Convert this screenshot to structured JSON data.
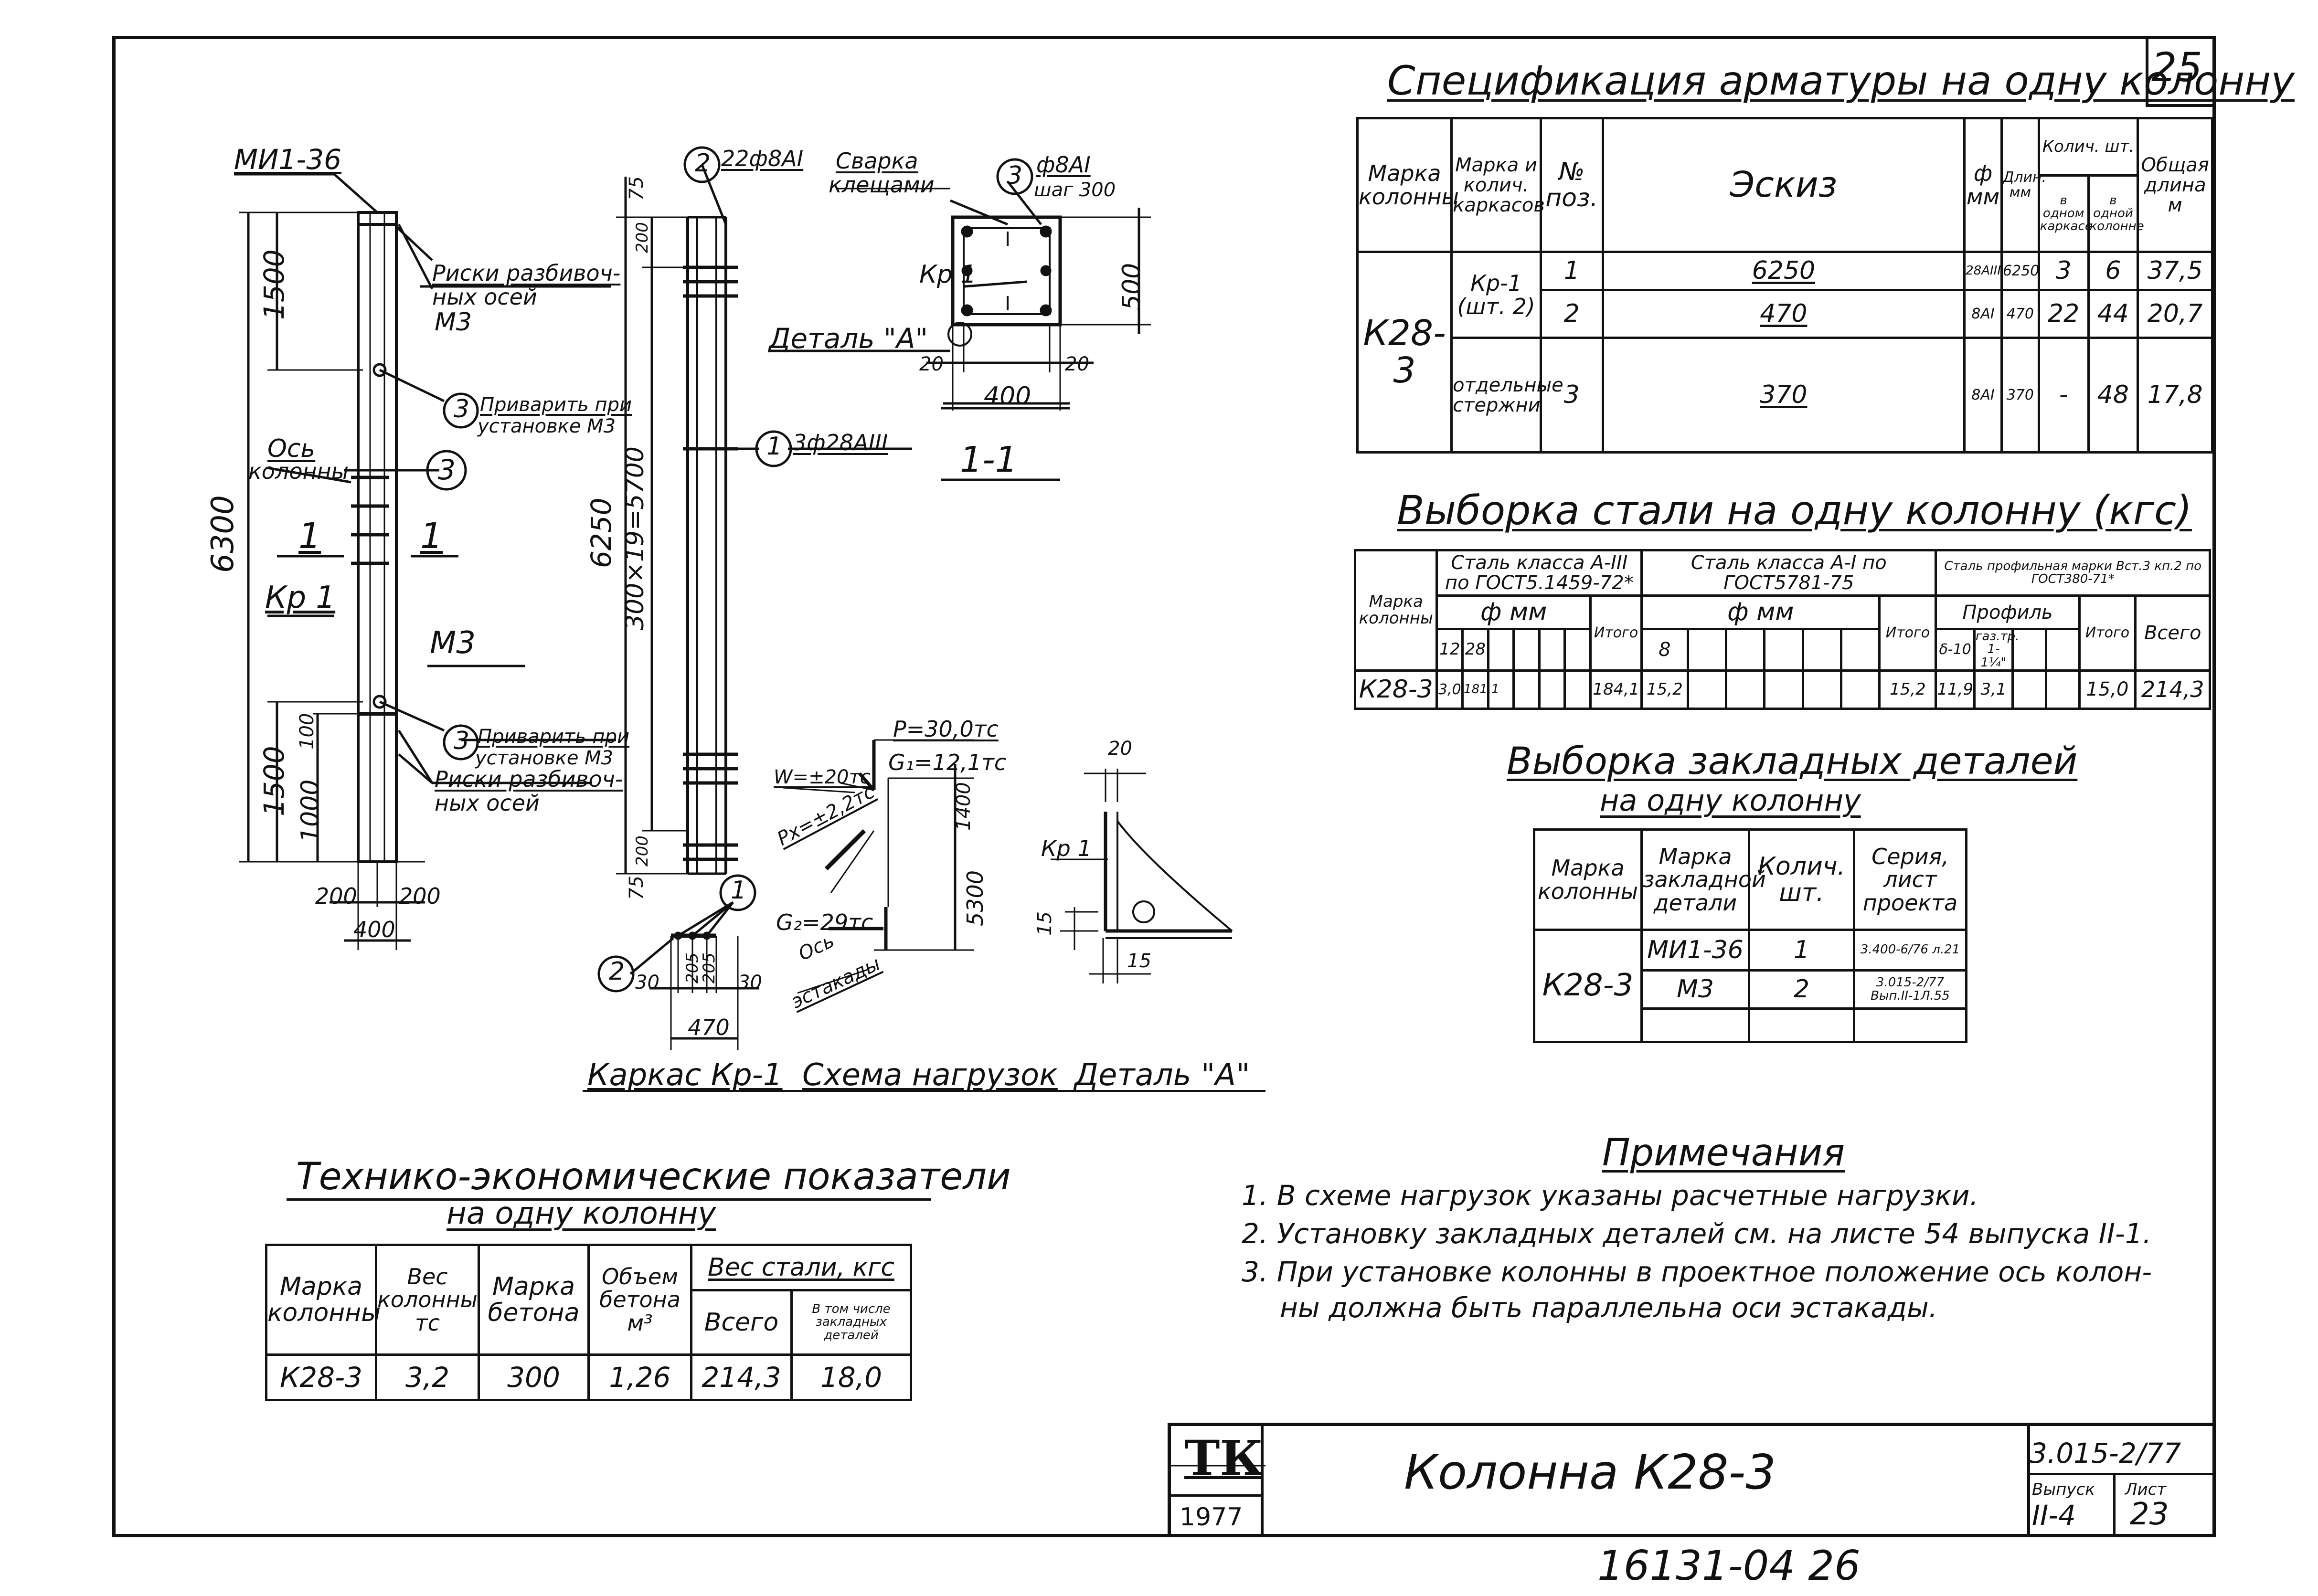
{
  "sheet": {
    "page_number": "25",
    "archive_number": "16131-04 26"
  },
  "spec": {
    "title": "Спецификация арматуры на одну колонну",
    "headers": {
      "col_mark": "Марка колонны",
      "frame_mark": "Марка и колич. каркасов",
      "pos": "№ поз.",
      "sketch": "Эскиз",
      "dia": "ф мм",
      "len": "Длин. мм",
      "qty": "Колич. шт.",
      "qty_frame": "в одном каркасе",
      "qty_col": "в одной колонне",
      "total": "Общая длина м"
    },
    "column_mark": "К28-3",
    "frame_label": "Кр-1 (шт. 2)",
    "separate_label": "отдельные стержни",
    "rows": [
      {
        "pos": "1",
        "sketch": "6250",
        "dia": "28АIII",
        "len": "6250",
        "q_frame": "3",
        "q_col": "6",
        "total": "37,5"
      },
      {
        "pos": "2",
        "sketch": "470",
        "dia": "8АI",
        "len": "470",
        "q_frame": "22",
        "q_col": "44",
        "total": "20,7"
      },
      {
        "pos": "3",
        "sketch": "370",
        "dia": "8АI",
        "len": "370",
        "q_frame": "-",
        "q_col": "48",
        "total": "17,8"
      }
    ]
  },
  "steel": {
    "title": "Выборка стали на одну колонну (кгс)",
    "headers": {
      "col_mark": "Марка колонны",
      "class_a3": "Сталь класса А-III по ГОСТ5.1459-72*",
      "class_a1": "Сталь класса А-I по ГОСТ5781-75",
      "profile": "Сталь профильная марки Вст.3 кп.2 по ГОСТ380-71*",
      "phi_mm": "ф мм",
      "profile_label": "Профиль",
      "itogo": "Итого",
      "vsego": "Всего",
      "d12": "12",
      "d28": "28",
      "d8": "8",
      "p1": "δ-10",
      "p2": "газ.тр. 1-1¼\""
    },
    "row": {
      "mark": "К28-3",
      "v12": "3,0",
      "v28": "181,1",
      "itogo1": "184,1",
      "v8": "15,2",
      "itogo2": "15,2",
      "p1": "11,9",
      "p2": "3,1",
      "itogo3": "15,0",
      "vsego": "214,3"
    }
  },
  "embedded": {
    "title": "Выборка закладных деталей",
    "subtitle": "на одну колонну",
    "headers": {
      "col_mark": "Марка колонны",
      "part": "Марка закладной детали",
      "qty": "Колич. шт.",
      "series": "Серия, лист проекта"
    },
    "column_mark": "К28-3",
    "rows": [
      {
        "part": "МИ1-36",
        "qty": "1",
        "series": "3.400-6/76 л.21"
      },
      {
        "part": "М3",
        "qty": "2",
        "series": "3.015-2/77 Вып.II-1Л.55"
      }
    ]
  },
  "tep": {
    "title": "Технико-экономические показатели",
    "subtitle": "на одну колонну",
    "headers": {
      "col_mark": "Марка колонны",
      "weight": "Вес колонны тс",
      "concrete": "Марка бетона",
      "volume": "Объем бетона м³",
      "steel": "Вес стали, кгс",
      "total": "Всего",
      "incl": "В том числе закладных деталей"
    },
    "row": {
      "mark": "К28-3",
      "weight": "3,2",
      "concrete": "300",
      "volume": "1,26",
      "total": "214,3",
      "incl": "18,0"
    }
  },
  "notes": {
    "title": "Примечания",
    "items": [
      "1. В схеме нагрузок указаны расчетные нагрузки.",
      "2. Установку закладных деталей см. на листе 54 выпуска II-1.",
      "3. При установке колонны в проектное положение ось колон-",
      "ны должна быть параллельна  оси эстакады."
    ]
  },
  "drawing": {
    "col_mi": "МИ1-36",
    "risks1": "Риски разбивоч-",
    "risks2": "ных осей",
    "m3": "М3",
    "weld1": "Приварить при",
    "weld2": "установке М3",
    "axis1": "Ось",
    "axis2": "колонны",
    "kr1": "Кр 1",
    "dim6300": "6300",
    "dim1500": "1500",
    "dim1000": "1000",
    "dim100": "100",
    "dim200": "200",
    "dim400": "400",
    "sec1": "1",
    "pos1": "1",
    "pos2": "2",
    "pos3": "3",
    "bar2": "22ф8АI",
    "weld_tongs1": "Сварка",
    "weld_tongs2": "клещами",
    "bar1": "3ф28АIII",
    "dim75": "75",
    "dim6250": "6250",
    "dim5700": "300×19=5700",
    "dim30": "30",
    "dim205": "205",
    "dim470": "470",
    "stirrup1": "ф8АI",
    "stirrup2": "шаг 300",
    "detail_a": "Деталь \"А\"",
    "dim500": "500",
    "dim20": "20",
    "section_11": "1-1",
    "load_p": "P=30,0тс",
    "load_g1": "G₁=12,1тс",
    "load_w": "W=±20тс",
    "load_px": "Px=±2,2тс",
    "load_g2": "G₂=29тс",
    "dim1400": "1400",
    "dim5300": "5300",
    "estakada1": "Ось",
    "estakada2": "эстакады",
    "dim15": "15",
    "cap_frame": "Каркас Кр-1",
    "cap_loads": "Схема нагрузок",
    "cap_detail": "Деталь \"А\""
  },
  "stamp": {
    "logo": "ТК",
    "year": "1977",
    "title": "Колонна К28-3",
    "series": "3.015-2/77",
    "issue_label": "Выпуск",
    "issue": "II-4",
    "sheet_label": "Лист",
    "sheet": "23"
  }
}
